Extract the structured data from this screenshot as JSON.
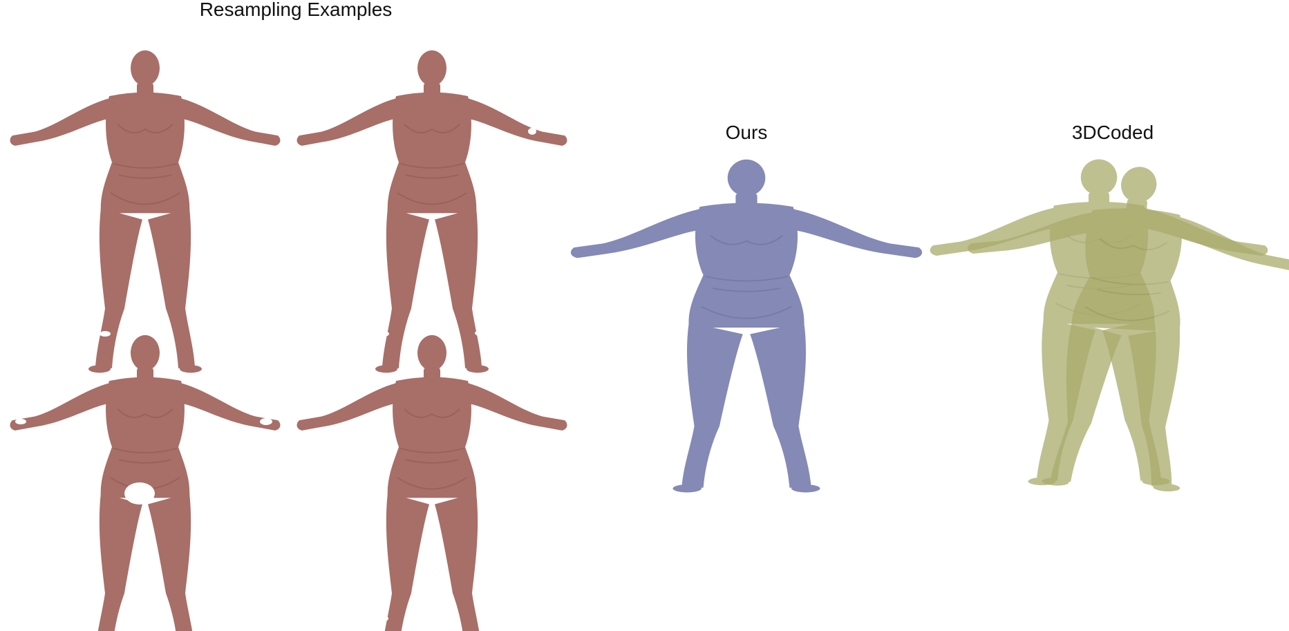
{
  "figure": {
    "resampling_title": "Resampling Examples",
    "ours_title": "Ours",
    "coded_title": "3DCoded"
  },
  "colors": {
    "resampling_mesh": "#a86e68",
    "resampling_shade": "#8d5752",
    "ours_mesh": "#8489b6",
    "ours_shade": "#6a6f9c",
    "coded_mesh": "#a9ab6b",
    "coded_shade": "#8a8c52",
    "hole": "#ffffff"
  }
}
